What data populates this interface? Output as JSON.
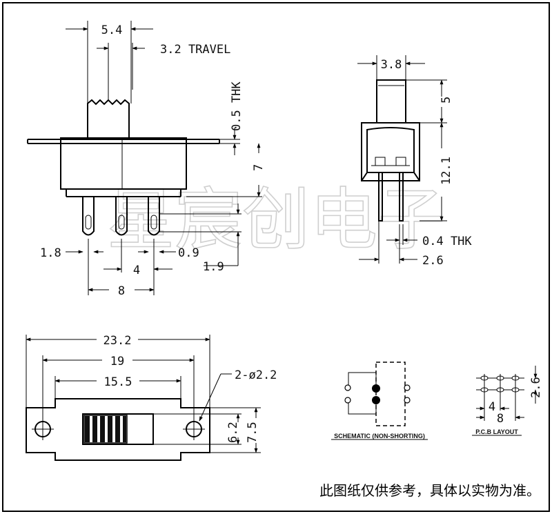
{
  "watermark": "星宸创电子",
  "note": "此图纸仅供参考，具体以实物为准。",
  "front_view": {
    "dim_width": "5.4",
    "dim_travel": "3.2 TRAVEL",
    "dim_thk": "0.5 THK",
    "dim_height": "7",
    "dim_left": "1.8",
    "dim_pitch": "4",
    "dim_pin": "0.9",
    "dim_pin_len": "1.9",
    "dim_span": "8"
  },
  "side_view": {
    "dim_width": "3.8",
    "dim_top": "5",
    "dim_height": "12.1",
    "dim_thk": "0.4 THK",
    "dim_pin_off": "2.6"
  },
  "bottom_view": {
    "dim_total": "23.2",
    "dim_hole_pitch": "19",
    "dim_body": "15.5",
    "dim_holes": "2-ø2.2",
    "dim_inner": "6.2",
    "dim_outer": "7.5"
  },
  "schematic": {
    "label": "SCHEMATIC (NON-SHORTING)"
  },
  "pcb_layout": {
    "label": "P.C.B LAYOUT",
    "dim_v": "2.6",
    "dim_pitch": "4",
    "dim_span": "8"
  }
}
